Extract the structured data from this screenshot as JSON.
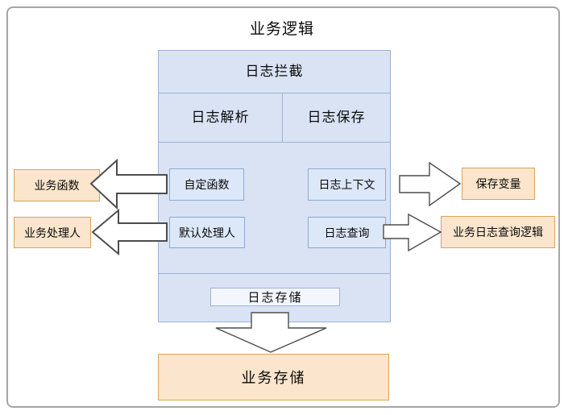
{
  "page": {
    "title": "业务逻辑"
  },
  "interceptor": {
    "title": "日志拦截",
    "columns": [
      {
        "label": "日志解析"
      },
      {
        "label": "日志保存"
      }
    ],
    "nodes": [
      {
        "label": "自定函数"
      },
      {
        "label": "日志上下文"
      },
      {
        "label": "默认处理人"
      },
      {
        "label": "日志查询"
      }
    ],
    "storage": {
      "label": "日志存储"
    }
  },
  "external_nodes": [
    {
      "label": "业务函数"
    },
    {
      "label": "业务处理人"
    },
    {
      "label": "保存变量"
    },
    {
      "label": "业务日志查询逻辑"
    },
    {
      "label": "业务存储"
    }
  ],
  "arrows": [
    {
      "name": "custom-function-to-business-function",
      "direction": "left"
    },
    {
      "name": "default-handler-to-business-handler",
      "direction": "left"
    },
    {
      "name": "log-context-to-save-variable",
      "direction": "right"
    },
    {
      "name": "log-query-to-business-log-query-logic",
      "direction": "right"
    },
    {
      "name": "log-storage-to-business-storage",
      "direction": "down"
    }
  ],
  "colors": {
    "container_fill": "#D9E3F4",
    "container_border": "#9DB2D6",
    "node_fill": "#DCE7F8",
    "node_border": "#8FA9D3",
    "storage_fill": "#F3F7FD",
    "external_fill": "#FBE5CC",
    "external_border": "#D9A55C",
    "outer_border": "#A6A6A6",
    "arrow_fill": "#FFFFFF",
    "arrow_stroke": "#4D4D4D"
  }
}
